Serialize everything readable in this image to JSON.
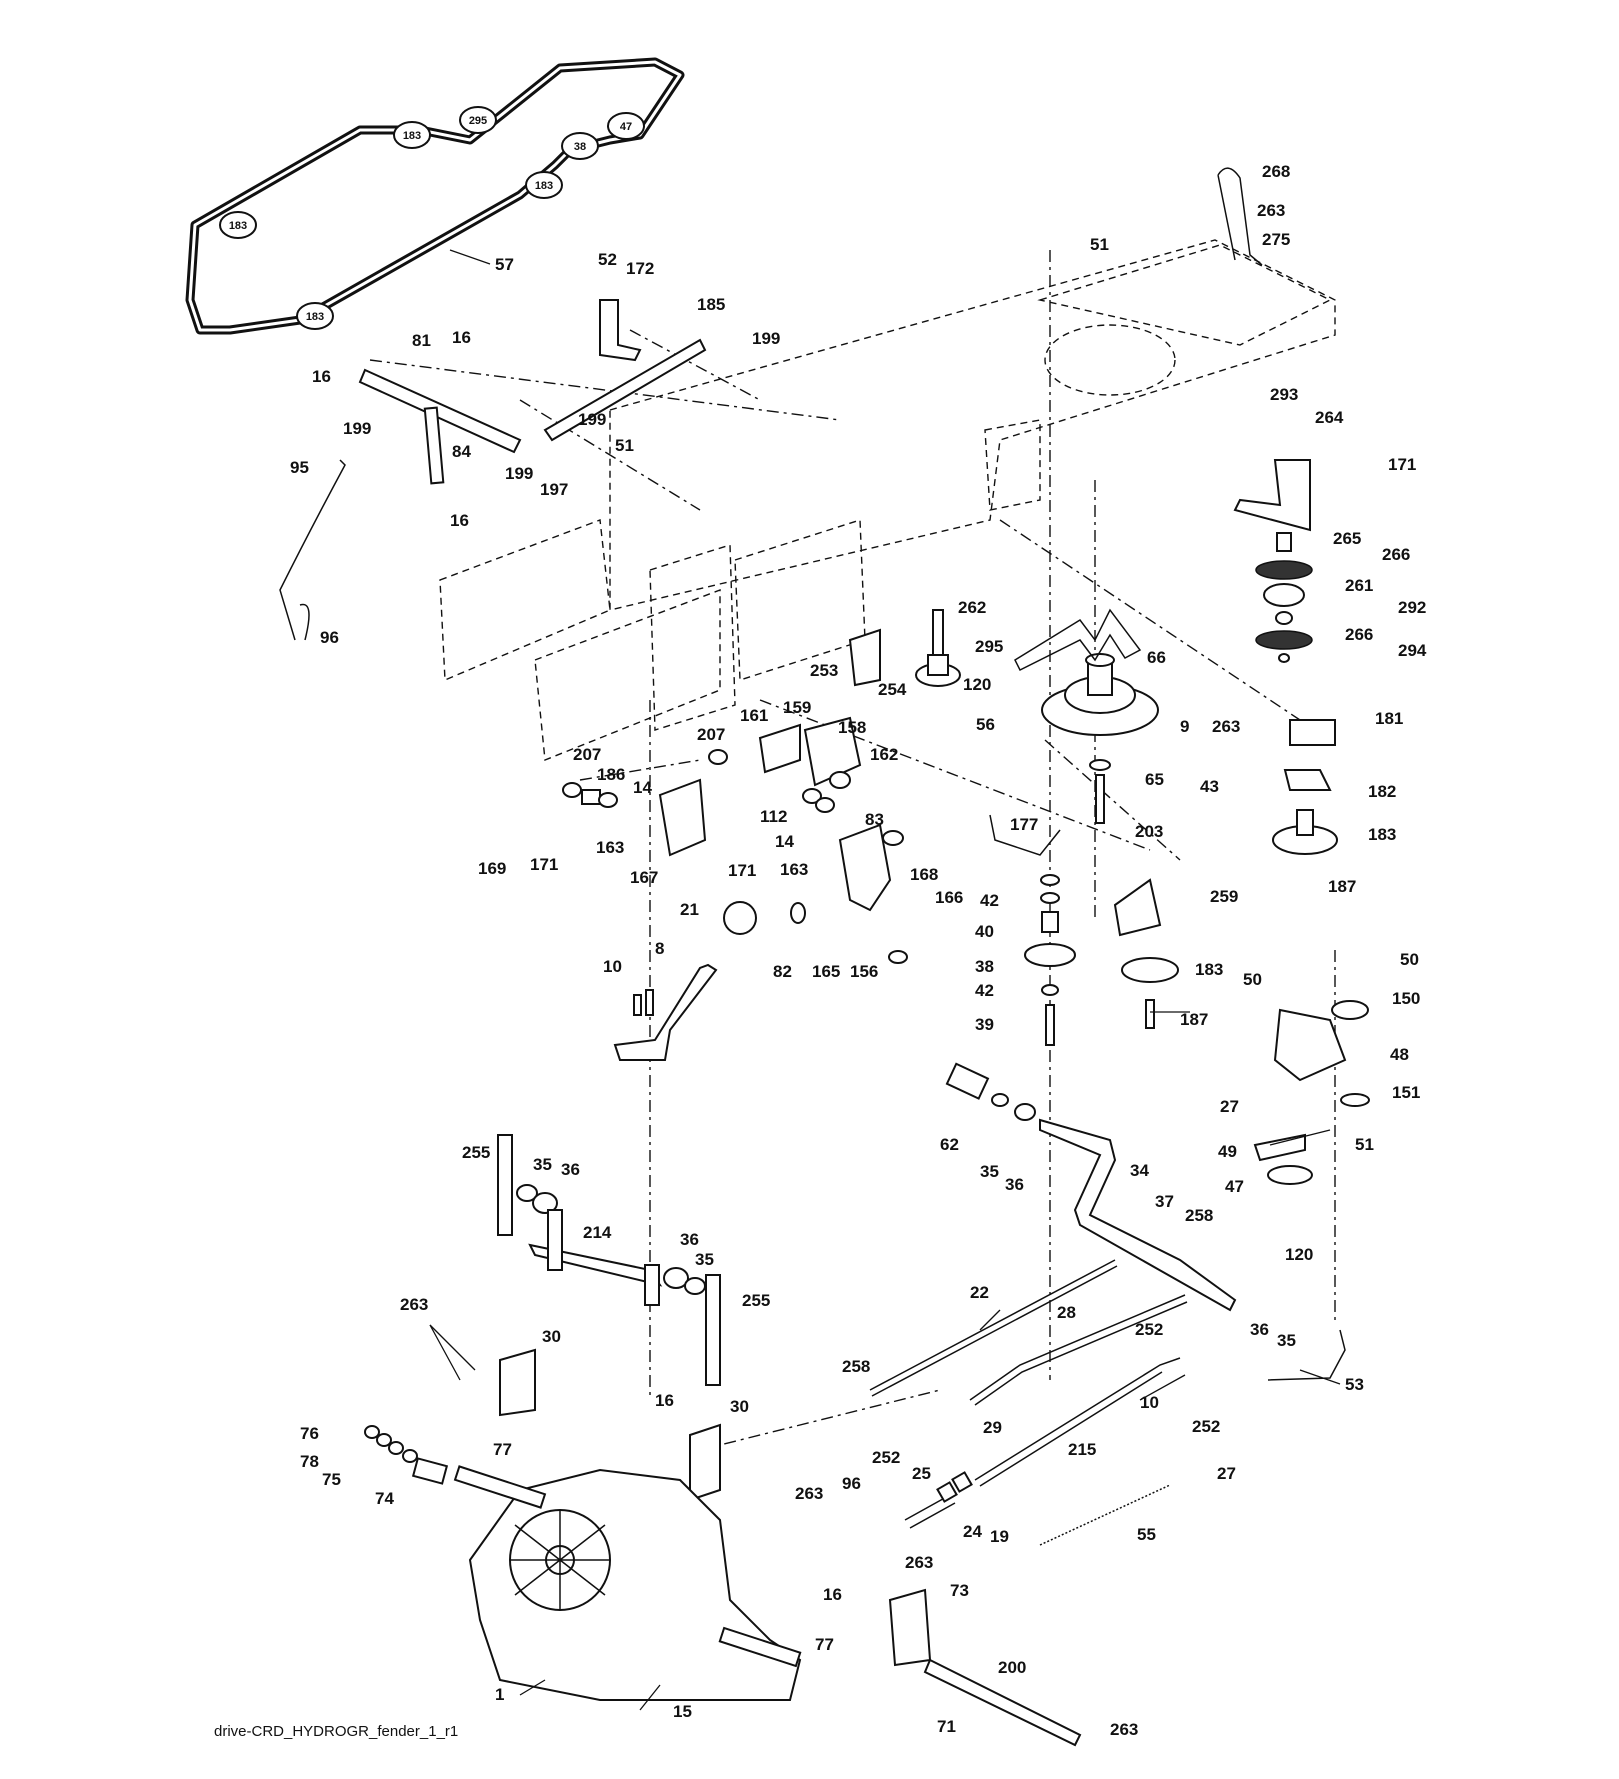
{
  "caption": "drive-CRD_HYDROGR_fender_1_r1",
  "belt_pulley_tags": [
    "183",
    "295",
    "47",
    "38",
    "183",
    "183",
    "183"
  ],
  "part_labels": [
    {
      "id": "57",
      "anchor": "belt"
    },
    {
      "id": "52"
    },
    {
      "id": "172"
    },
    {
      "id": "185"
    },
    {
      "id": "199"
    },
    {
      "id": "81"
    },
    {
      "id": "16"
    },
    {
      "id": "16"
    },
    {
      "id": "199"
    },
    {
      "id": "199"
    },
    {
      "id": "84"
    },
    {
      "id": "199"
    },
    {
      "id": "51"
    },
    {
      "id": "197"
    },
    {
      "id": "16"
    },
    {
      "id": "95"
    },
    {
      "id": "96"
    },
    {
      "id": "51"
    },
    {
      "id": "268"
    },
    {
      "id": "263"
    },
    {
      "id": "275"
    },
    {
      "id": "293"
    },
    {
      "id": "264"
    },
    {
      "id": "171"
    },
    {
      "id": "265"
    },
    {
      "id": "266"
    },
    {
      "id": "261"
    },
    {
      "id": "292"
    },
    {
      "id": "266"
    },
    {
      "id": "294"
    },
    {
      "id": "262"
    },
    {
      "id": "295"
    },
    {
      "id": "120"
    },
    {
      "id": "56"
    },
    {
      "id": "66"
    },
    {
      "id": "9"
    },
    {
      "id": "263"
    },
    {
      "id": "181"
    },
    {
      "id": "65"
    },
    {
      "id": "43"
    },
    {
      "id": "182"
    },
    {
      "id": "203"
    },
    {
      "id": "183"
    },
    {
      "id": "187"
    },
    {
      "id": "253"
    },
    {
      "id": "254"
    },
    {
      "id": "161"
    },
    {
      "id": "159"
    },
    {
      "id": "158"
    },
    {
      "id": "207"
    },
    {
      "id": "207"
    },
    {
      "id": "162"
    },
    {
      "id": "186"
    },
    {
      "id": "14"
    },
    {
      "id": "112"
    },
    {
      "id": "83"
    },
    {
      "id": "14"
    },
    {
      "id": "163"
    },
    {
      "id": "163"
    },
    {
      "id": "169"
    },
    {
      "id": "171"
    },
    {
      "id": "167"
    },
    {
      "id": "171"
    },
    {
      "id": "177"
    },
    {
      "id": "168"
    },
    {
      "id": "166"
    },
    {
      "id": "42"
    },
    {
      "id": "259"
    },
    {
      "id": "21"
    },
    {
      "id": "40"
    },
    {
      "id": "38"
    },
    {
      "id": "183"
    },
    {
      "id": "82"
    },
    {
      "id": "165"
    },
    {
      "id": "156"
    },
    {
      "id": "42"
    },
    {
      "id": "10"
    },
    {
      "id": "8"
    },
    {
      "id": "39"
    },
    {
      "id": "187"
    },
    {
      "id": "50"
    },
    {
      "id": "50"
    },
    {
      "id": "150"
    },
    {
      "id": "48"
    },
    {
      "id": "27"
    },
    {
      "id": "151"
    },
    {
      "id": "62"
    },
    {
      "id": "35"
    },
    {
      "id": "36"
    },
    {
      "id": "49"
    },
    {
      "id": "51"
    },
    {
      "id": "47"
    },
    {
      "id": "34"
    },
    {
      "id": "37"
    },
    {
      "id": "120"
    },
    {
      "id": "258"
    },
    {
      "id": "255"
    },
    {
      "id": "35"
    },
    {
      "id": "36"
    },
    {
      "id": "214"
    },
    {
      "id": "36"
    },
    {
      "id": "35"
    },
    {
      "id": "255"
    },
    {
      "id": "22"
    },
    {
      "id": "28"
    },
    {
      "id": "36"
    },
    {
      "id": "35"
    },
    {
      "id": "263"
    },
    {
      "id": "30"
    },
    {
      "id": "252"
    },
    {
      "id": "10"
    },
    {
      "id": "53"
    },
    {
      "id": "258"
    },
    {
      "id": "252"
    },
    {
      "id": "16"
    },
    {
      "id": "30"
    },
    {
      "id": "29"
    },
    {
      "id": "215"
    },
    {
      "id": "76"
    },
    {
      "id": "77"
    },
    {
      "id": "78"
    },
    {
      "id": "75"
    },
    {
      "id": "27"
    },
    {
      "id": "74"
    },
    {
      "id": "263"
    },
    {
      "id": "252"
    },
    {
      "id": "25"
    },
    {
      "id": "96"
    },
    {
      "id": "24"
    },
    {
      "id": "19"
    },
    {
      "id": "55"
    },
    {
      "id": "263"
    },
    {
      "id": "16"
    },
    {
      "id": "73"
    },
    {
      "id": "77"
    },
    {
      "id": "200"
    },
    {
      "id": "1"
    },
    {
      "id": "15"
    },
    {
      "id": "71"
    },
    {
      "id": "263"
    }
  ]
}
